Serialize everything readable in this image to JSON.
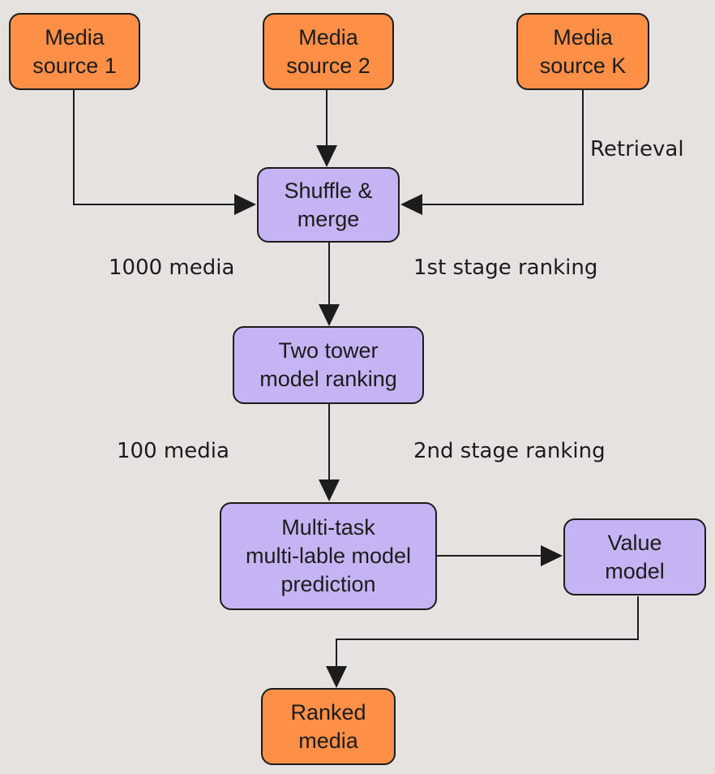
{
  "nodes": {
    "media_source_1": {
      "line1": "Media",
      "line2": "source 1"
    },
    "media_source_2": {
      "line1": "Media",
      "line2": "source 2"
    },
    "media_source_k": {
      "line1": "Media",
      "line2": "source K"
    },
    "shuffle_merge": {
      "line1": "Shuffle &",
      "line2": "merge"
    },
    "two_tower": {
      "line1": "Two tower",
      "line2": "model ranking"
    },
    "multi_task": {
      "line1": "Multi-task",
      "line2": "multi-lable model",
      "line3": "prediction"
    },
    "value_model": {
      "line1": "Value",
      "line2": "model"
    },
    "ranked_media": {
      "line1": "Ranked",
      "line2": "media"
    }
  },
  "labels": {
    "retrieval": "Retrieval",
    "count_1000": "1000 media",
    "stage_1": "1st stage ranking",
    "count_100": "100 media",
    "stage_2": "2nd stage ranking"
  },
  "colors": {
    "source_fill": "#fd8f47",
    "model_fill": "#c6b3f3",
    "stroke": "#1c1c1c",
    "background": "#e6e2e0"
  }
}
